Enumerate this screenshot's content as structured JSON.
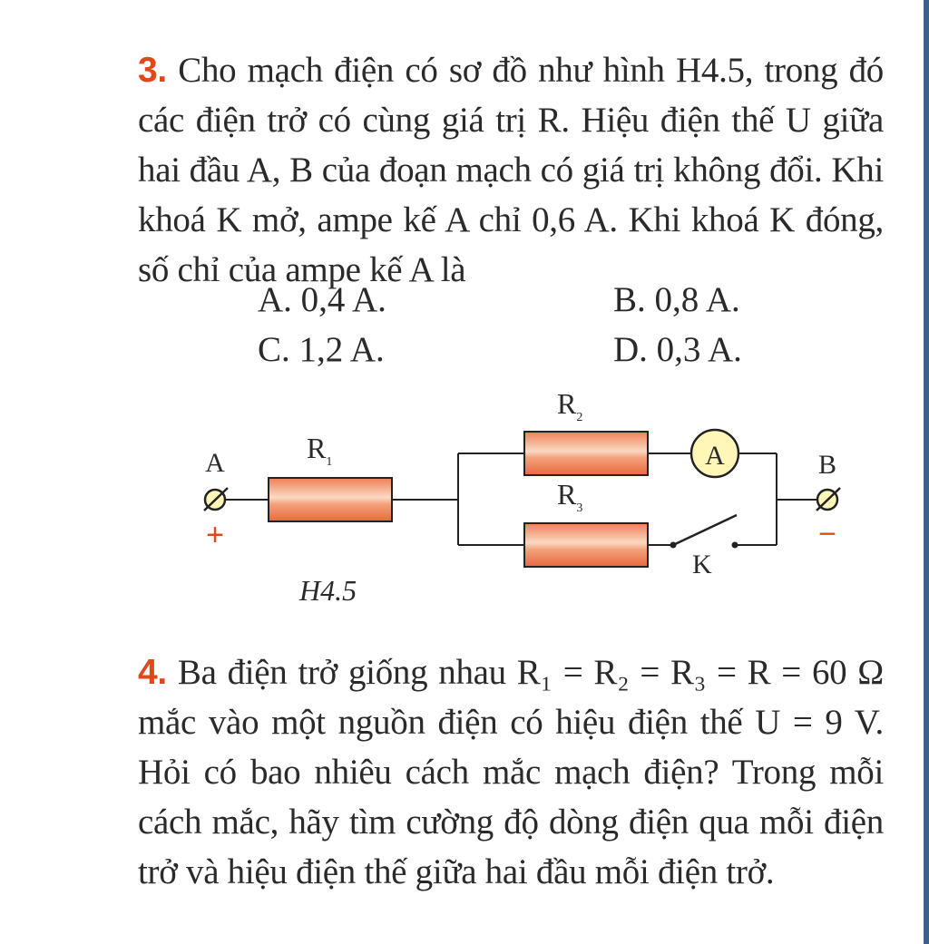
{
  "problem3": {
    "number": "3.",
    "text": "Cho mạch điện có sơ đồ như hình H4.5, trong đó các điện trở có cùng giá trị R. Hiệu điện thế U giữa hai đầu A, B của đoạn mạch có giá trị không đổi. Khi khoá K mở, ampe kế A chỉ 0,6 A. Khi khoá K đóng, số chỉ của ampe kế A là",
    "options": {
      "a": "A. 0,4 A.",
      "b": "B. 0,8 A.",
      "c": "C. 1,2 A.",
      "d": "D. 0,3 A."
    }
  },
  "figure": {
    "caption": "H4.5",
    "terminal_a": "A",
    "terminal_b": "B",
    "plus": "+",
    "minus": "−",
    "r1": "R",
    "r1_sub": "1",
    "r2": "R",
    "r2_sub": "2",
    "r3": "R",
    "r3_sub": "3",
    "ammeter": "A",
    "switch": "K"
  },
  "problem4": {
    "number": "4.",
    "text": "Ba điện trở giống nhau R₁ = R₂ = R₃ = R = 60 Ω mắc vào một nguồn điện có hiệu điện thế U = 9 V. Hỏi có bao nhiêu cách mắc mạch điện? Trong mỗi cách mắc, hãy tìm cường độ dòng điện qua mỗi điện trở và hiệu điện thế giữa hai đầu mỗi điện trở."
  },
  "colors": {
    "problem_number": "#e0481c",
    "resistor_fill": "#f08e64",
    "resistor_highlight": "#fbd9c4",
    "ammeter_fill": "#fff6b8",
    "side_bar": "#3f5f8f"
  }
}
